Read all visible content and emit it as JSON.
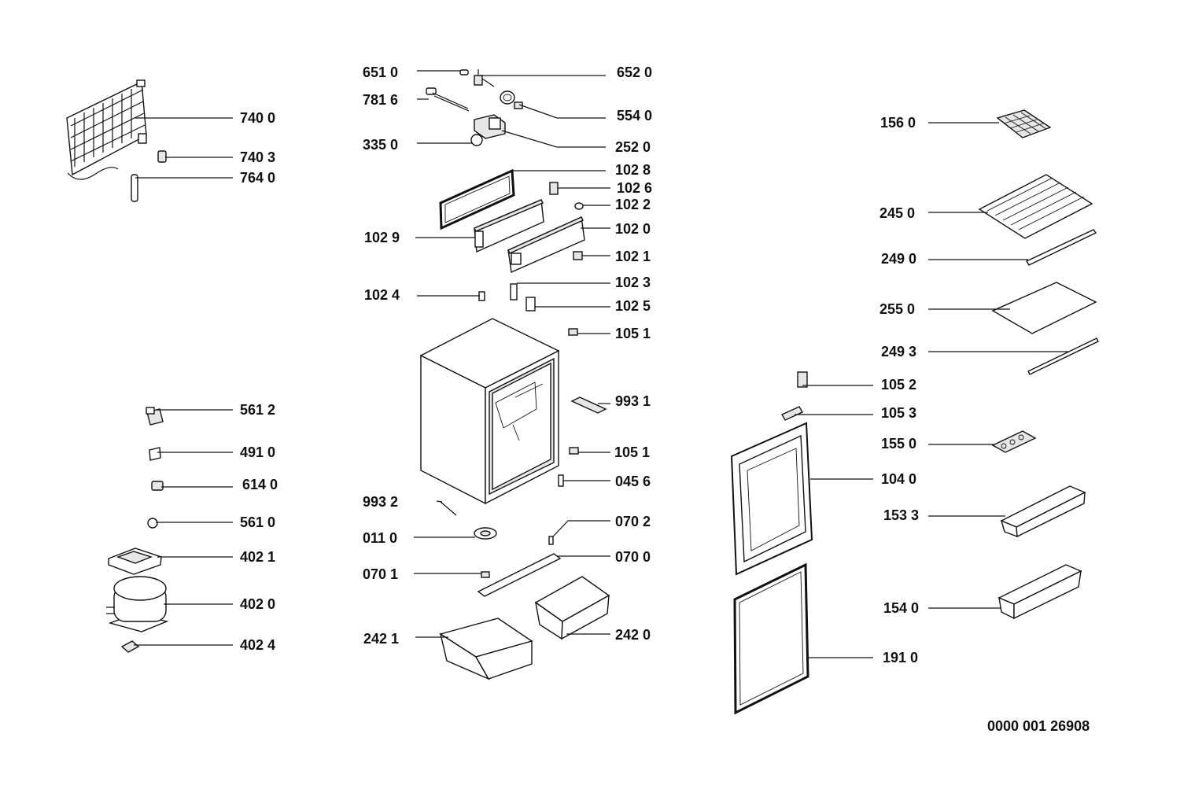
{
  "labels": {
    "l7400": "740 0",
    "l7403": "740 3",
    "l7640": "764 0",
    "l5612": "561 2",
    "l4910": "491 0",
    "l6140": "614 0",
    "l5610": "561 0",
    "l4021": "402 1",
    "l4020": "402 0",
    "l4024": "402 4",
    "l6510": "651 0",
    "l7816": "781 6",
    "l3350": "335 0",
    "l1029": "102 9",
    "l1024": "102 4",
    "l9932": "993 2",
    "l0110": "011 0",
    "l0701": "070 1",
    "l2421": "242 1",
    "l6520": "652 0",
    "l5540": "554 0",
    "l2520": "252 0",
    "l1028": "102 8",
    "l1026": "102 6",
    "l1022": "102 2",
    "l1020": "102 0",
    "l1021": "102 1",
    "l1023": "102 3",
    "l1025": "102 5",
    "l1051a": "105 1",
    "l9931": "993 1",
    "l1051b": "105 1",
    "l0456": "045 6",
    "l0702": "070 2",
    "l0700": "070 0",
    "l2420": "242 0",
    "l1560": "156 0",
    "l2450": "245 0",
    "l2490": "249 0",
    "l2550": "255 0",
    "l2493": "249 3",
    "l1052": "105 2",
    "l1053": "105 3",
    "l1550": "155 0",
    "l1040": "104 0",
    "l1533": "153 3",
    "l1540": "154 0",
    "l1910": "191 0"
  },
  "diagram_id": "0000 001 26908"
}
